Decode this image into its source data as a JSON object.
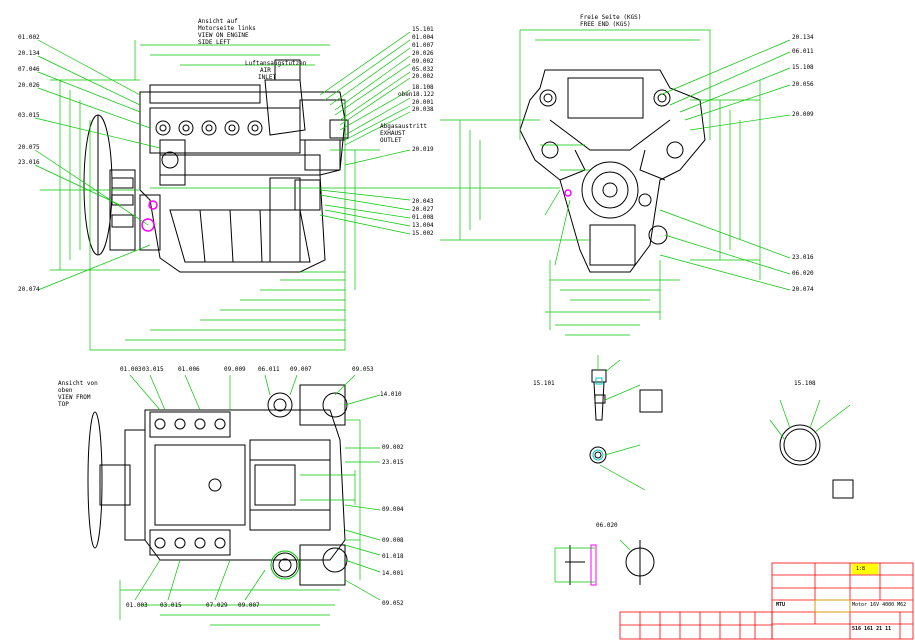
{
  "views": {
    "left_side": {
      "title_lines": [
        "Ansicht auf",
        "Motorseite links",
        "VIEW ON ENGINE",
        "SIDE LEFT"
      ]
    },
    "free_end": {
      "title_lines": [
        "Freie Seite (KGS)",
        "FREE END (KGS)"
      ]
    },
    "top": {
      "title_lines": [
        "Ansicht von",
        "oben",
        "VIEW FROM",
        "TOP"
      ]
    }
  },
  "annotations": {
    "air_inlet": [
      "Luftansaugstutzen",
      "AIR",
      "INLET"
    ],
    "exhaust_outlet": [
      "Abgasaustritt",
      "EXHAUST",
      "OUTLET"
    ]
  },
  "item_labels": {
    "left_left": [
      "01.002",
      "20.134",
      "07.046",
      "20.026",
      "03.015",
      "20.075",
      "23.016",
      "20.074"
    ],
    "left_right": [
      "15.101",
      "01.004",
      "01.007",
      "20.026",
      "09.002",
      "05.032",
      "20.002",
      "18.108",
      "oben18.122",
      "20.001",
      "20.038",
      "20.019"
    ],
    "left_bottom_right": [
      "20.043",
      "20.027",
      "01.008",
      "13.004",
      "15.002"
    ],
    "free_end_right": [
      "20.134",
      "06.011",
      "15.108",
      "20.056",
      "20.009",
      "23.016",
      "06.020",
      "20.074"
    ],
    "top_top": [
      "01.003",
      "03.015",
      "01.006",
      "09.009",
      "06.011",
      "09.007",
      "09.053"
    ],
    "top_right": [
      "14.010",
      "09.002",
      "23.015",
      "09.004",
      "09.008",
      "01.018",
      "14.001",
      "09.052"
    ],
    "top_bottom": [
      "01.003",
      "03.015",
      "07.029",
      "09.007"
    ],
    "detail_labels": [
      "15.101",
      "15.108",
      "06.020"
    ]
  },
  "title_block": {
    "model": "Motor 16V 4000 M62",
    "drawing_number": "516 161 21 11",
    "scale": "1:8",
    "company": "MTU"
  },
  "colors": {
    "geometry": "#000000",
    "dimension": "#00c800",
    "notes": "#c8b400",
    "titleblock_border": "#ff0000",
    "callout_fill": "#00c8c8"
  }
}
